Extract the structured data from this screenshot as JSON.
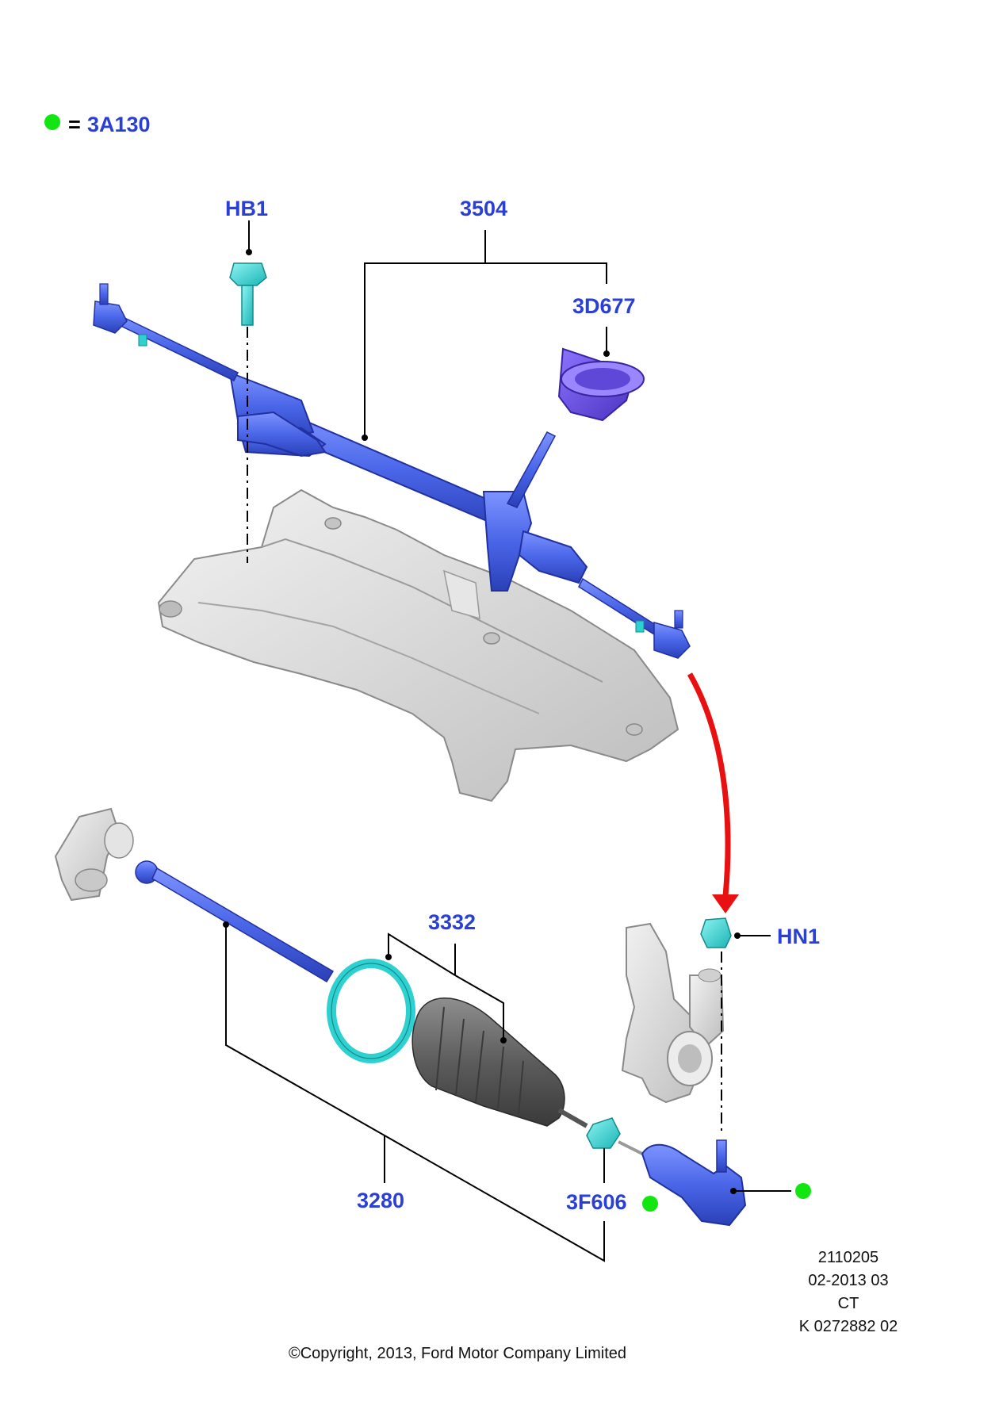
{
  "colors": {
    "callout": "#2a3fd6",
    "part_blue": "#4a66e8",
    "part_violet": "#6a4ce8",
    "part_cyan": "#2fd0d0",
    "part_grey": "#d8d8d8",
    "marker_green": "#11e611",
    "arrow_red": "#e81010",
    "line": "#000000"
  },
  "legend": {
    "marker": "green-dot-marker",
    "equals": "=",
    "code": "3A130"
  },
  "callouts": {
    "hb1": "HB1",
    "p3504": "3504",
    "p3d677": "3D677",
    "p3332": "3332",
    "hn1": "HN1",
    "p3280": "3280",
    "p3f606": "3F606"
  },
  "meta": {
    "lines": [
      "2110205",
      "02-2013 03",
      "CT",
      "K 0272882 02"
    ],
    "copyright": "©Copyright, 2013, Ford Motor Company Limited"
  }
}
